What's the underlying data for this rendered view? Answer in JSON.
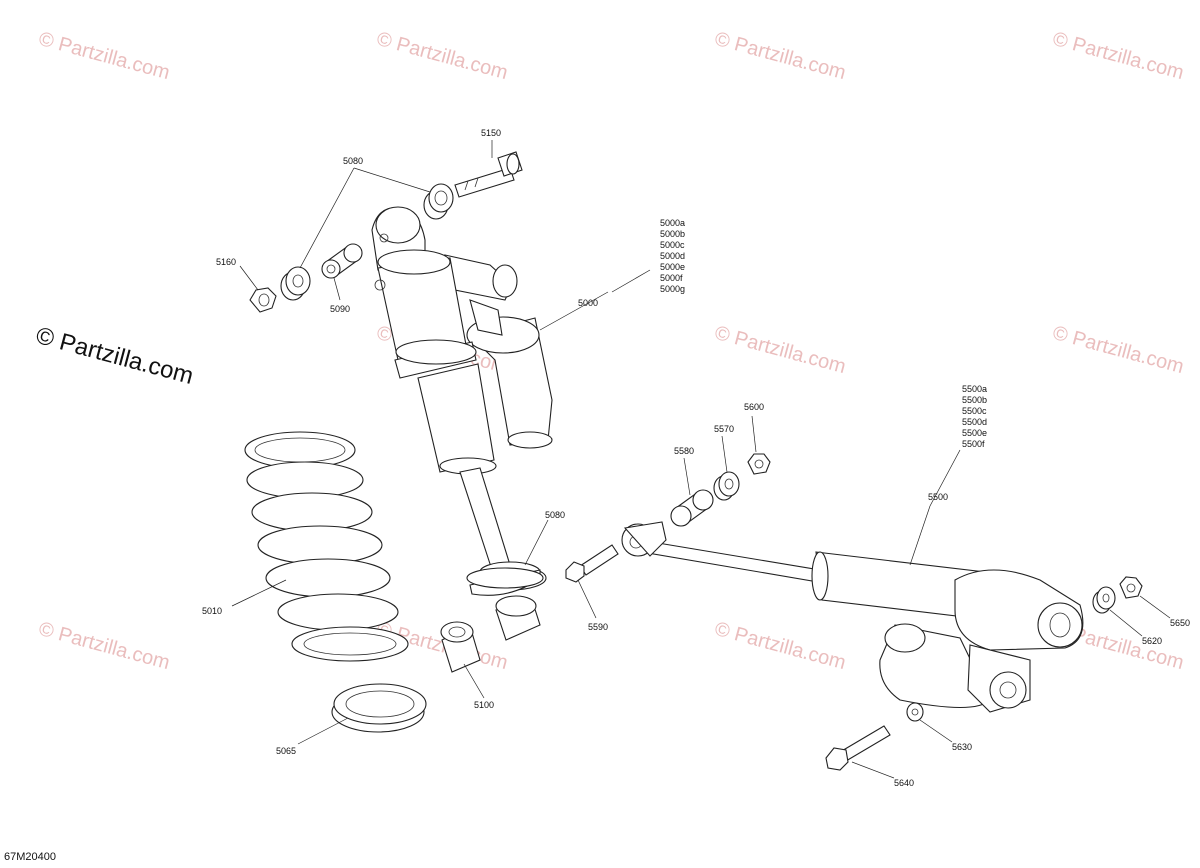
{
  "diagram": {
    "drawing_code": "67M20400",
    "copyright_notice": "© Partzilla.com",
    "watermark_text": "© Partzilla.com",
    "callouts": {
      "p5150": "5150",
      "p5080_top": "5080",
      "p5160": "5160",
      "p5090": "5090",
      "p5000": "5000",
      "variants_5000": [
        "5000a",
        "5000b",
        "5000c",
        "5000d",
        "5000e",
        "5000f",
        "5000g"
      ],
      "p5010": "5010",
      "p5080_bottom": "5080",
      "p5100": "5100",
      "p5065": "5065",
      "p5600": "5600",
      "p5570": "5570",
      "p5580": "5580",
      "p5590": "5590",
      "p5500": "5500",
      "variants_5500": [
        "5500a",
        "5500b",
        "5500c",
        "5500d",
        "5500e",
        "5500f"
      ],
      "p5650": "5650",
      "p5620": "5620",
      "p5630": "5630",
      "p5640": "5640"
    }
  }
}
